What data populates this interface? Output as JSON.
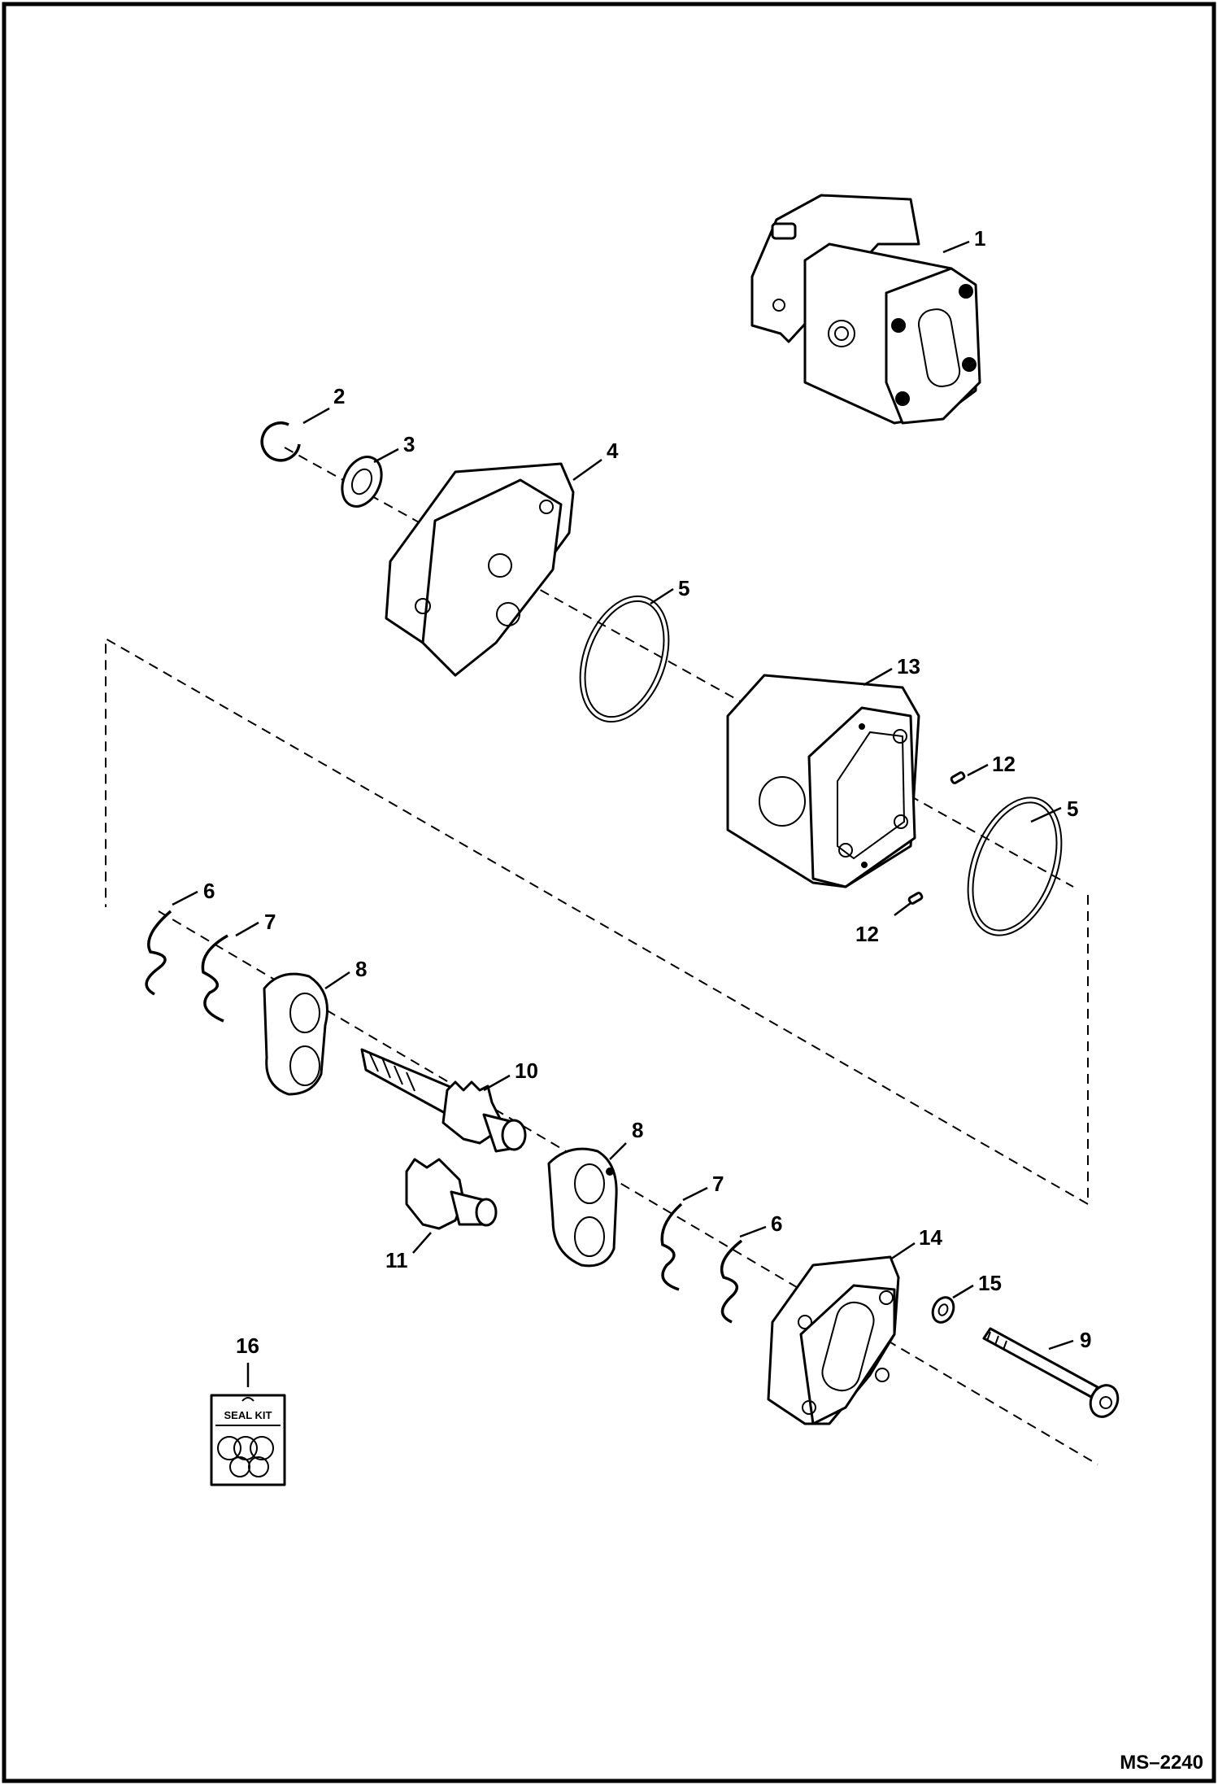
{
  "figure": {
    "drawing_id": "MS–2240"
  },
  "callouts": {
    "c1": "1",
    "c2": "2",
    "c3": "3",
    "c4": "4",
    "c5a": "5",
    "c5b": "5",
    "c6a": "6",
    "c6b": "6",
    "c7a": "7",
    "c7b": "7",
    "c8a": "8",
    "c8b": "8",
    "c9": "9",
    "c10": "10",
    "c11": "11",
    "c12a": "12",
    "c12b": "12",
    "c13": "13",
    "c14": "14",
    "c15": "15",
    "c16": "16"
  },
  "seal_kit": {
    "label": "SEAL KIT"
  }
}
